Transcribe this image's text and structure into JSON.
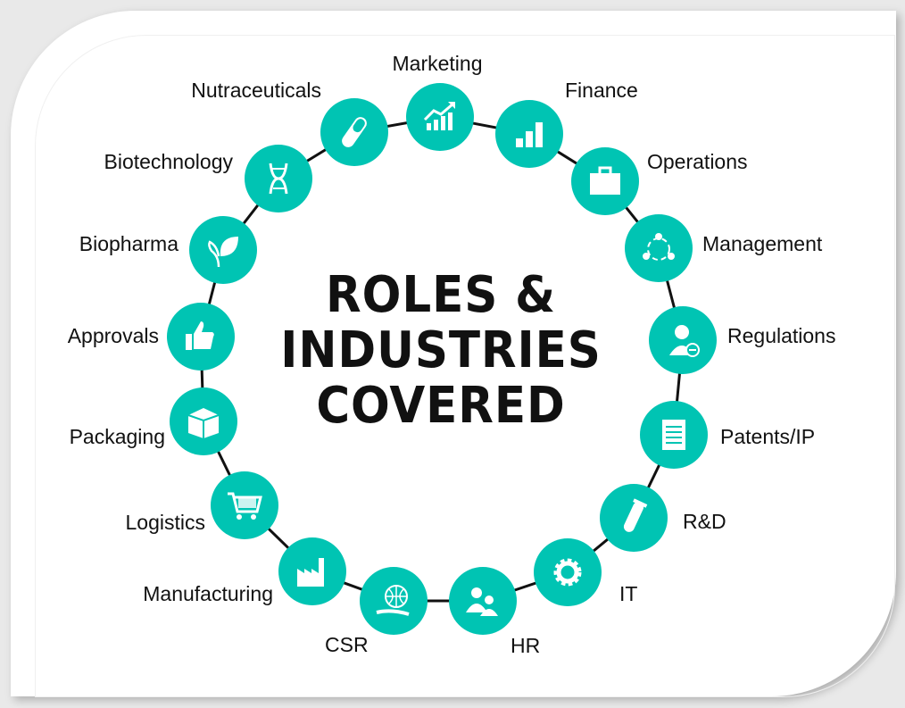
{
  "title": {
    "line1": "ROLES &",
    "line2": "INDUSTRIES",
    "line3": "COVERED"
  },
  "accent_color": "#00c4b3",
  "items": [
    {
      "label": "Marketing",
      "icon": "growth-chart-icon"
    },
    {
      "label": "Finance",
      "icon": "bar-chart-icon"
    },
    {
      "label": "Operations",
      "icon": "briefcase-icon"
    },
    {
      "label": "Management",
      "icon": "team-cycle-icon"
    },
    {
      "label": "Regulations",
      "icon": "user-minus-icon"
    },
    {
      "label": "Patents/IP",
      "icon": "document-icon"
    },
    {
      "label": "R&D",
      "icon": "test-tube-icon"
    },
    {
      "label": "IT",
      "icon": "gear-icon"
    },
    {
      "label": "HR",
      "icon": "people-icon"
    },
    {
      "label": "CSR",
      "icon": "globe-hand-icon"
    },
    {
      "label": "Manufacturing",
      "icon": "factory-icon"
    },
    {
      "label": "Logistics",
      "icon": "cart-icon"
    },
    {
      "label": "Packaging",
      "icon": "box-icon"
    },
    {
      "label": "Approvals",
      "icon": "thumbs-up-icon"
    },
    {
      "label": "Biopharma",
      "icon": "leaf-icon"
    },
    {
      "label": "Biotechnology",
      "icon": "dna-icon"
    },
    {
      "label": "Nutraceuticals",
      "icon": "capsule-icon"
    }
  ]
}
